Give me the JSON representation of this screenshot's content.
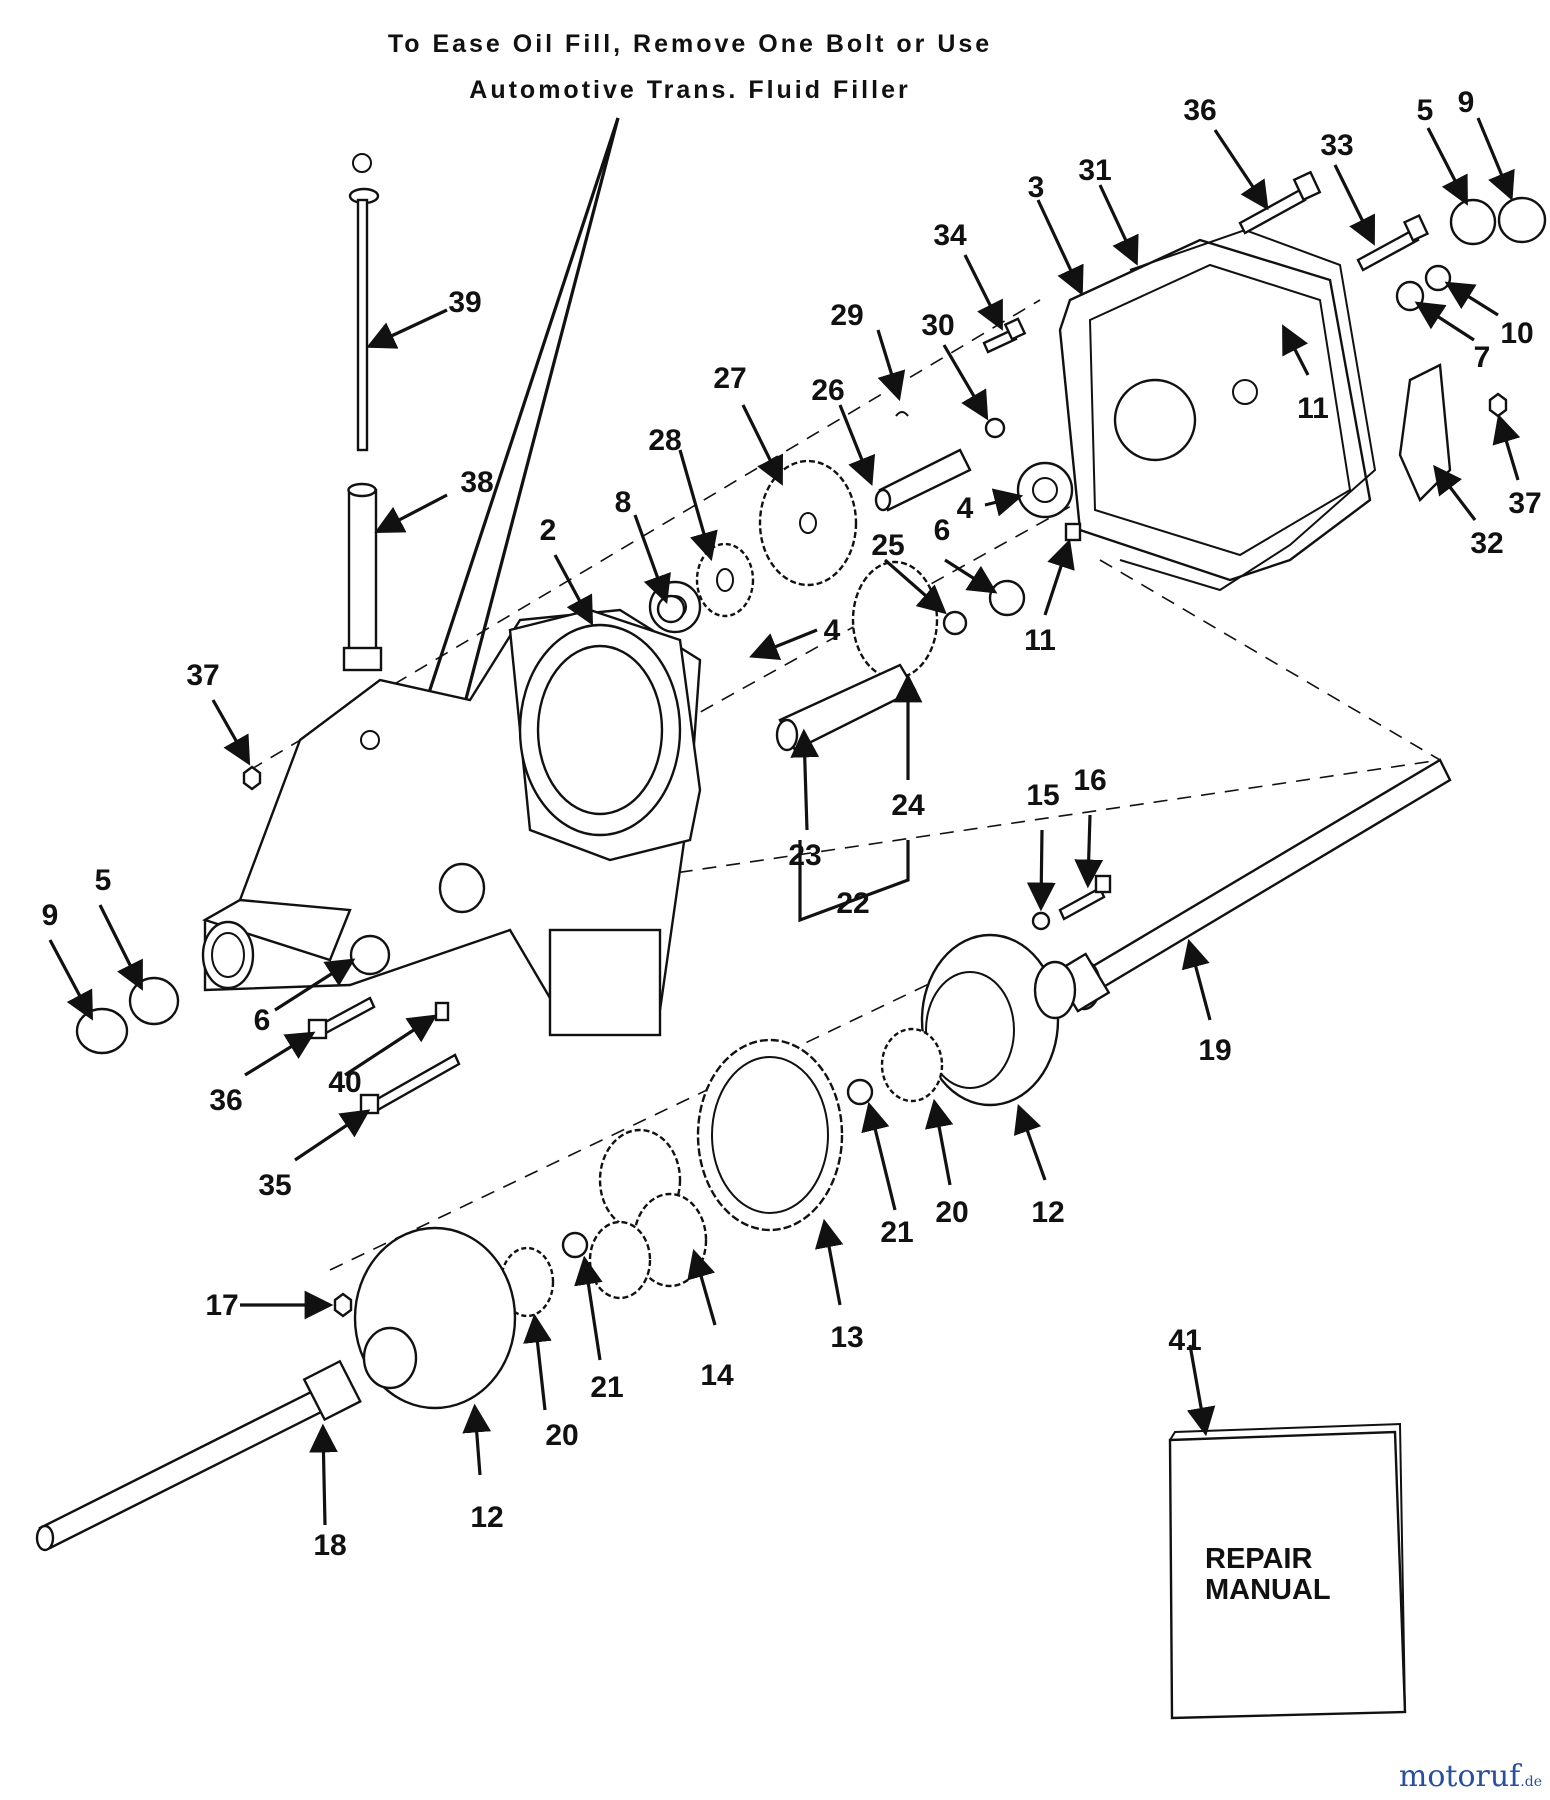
{
  "note_lines": [
    "To Ease Oil Fill, Remove One Bolt or Use",
    "Automotive Trans. Fluid Filler"
  ],
  "manual_label": [
    "REPAIR",
    "MANUAL"
  ],
  "watermark": {
    "main": "motoruf",
    "suffix": ".de"
  },
  "callouts": {
    "c2": "2",
    "c3": "3",
    "c4a": "4",
    "c4b": "4",
    "c5a": "5",
    "c5b": "5",
    "c6a": "6",
    "c6b": "6",
    "c7": "7",
    "c8": "8",
    "c9a": "9",
    "c9b": "9",
    "c10": "10",
    "c11a": "11",
    "c11b": "11",
    "c12a": "12",
    "c12b": "12",
    "c13": "13",
    "c14": "14",
    "c15": "15",
    "c16": "16",
    "c17": "17",
    "c18": "18",
    "c19": "19",
    "c20a": "20",
    "c20b": "20",
    "c21a": "21",
    "c21b": "21",
    "c22": "22",
    "c23": "23",
    "c24": "24",
    "c25": "25",
    "c26": "26",
    "c27": "27",
    "c28": "28",
    "c29": "29",
    "c30": "30",
    "c31": "31",
    "c32": "32",
    "c33": "33",
    "c34": "34",
    "c35": "35",
    "c36a": "36",
    "c36b": "36",
    "c37a": "37",
    "c37b": "37",
    "c38": "38",
    "c39": "39",
    "c40": "40",
    "c41": "41"
  }
}
